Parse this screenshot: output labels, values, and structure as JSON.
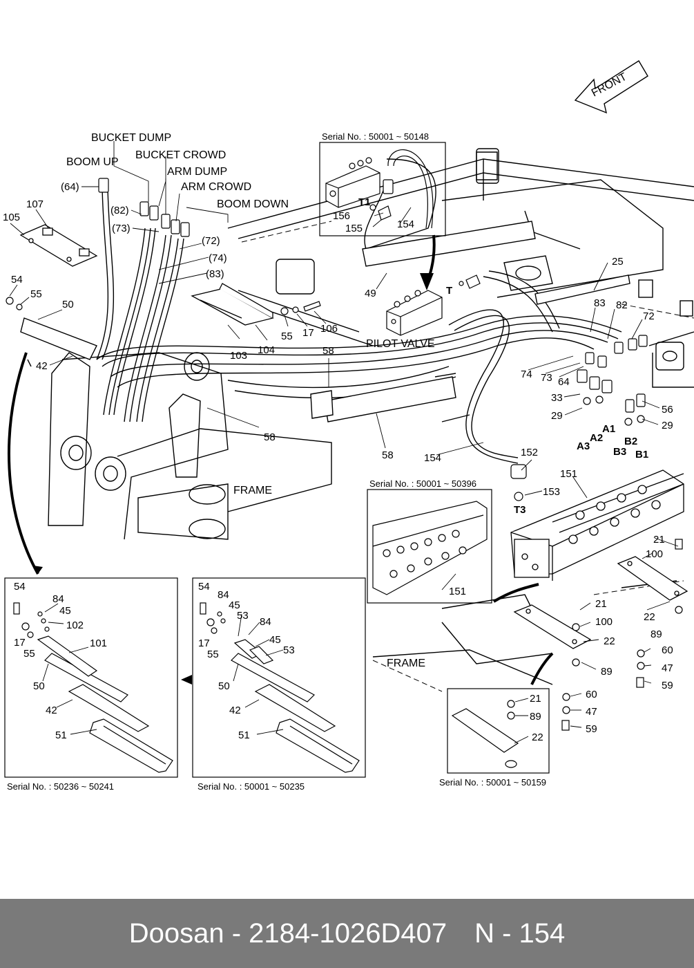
{
  "hose_labels": {
    "bucket_dump": "BUCKET DUMP",
    "bucket_crowd": "BUCKET CROWD",
    "boom_up": "BOOM UP",
    "arm_dump": "ARM DUMP",
    "arm_crowd": "ARM CROWD",
    "boom_down": "BOOM DOWN",
    "pilot_valve": "PILOT VALVE",
    "frame": "FRAME",
    "front": "FRONT"
  },
  "ports": [
    "T1",
    "T",
    "T3",
    "A1",
    "A2",
    "A3",
    "B1",
    "B2",
    "B3"
  ],
  "serials": {
    "top_inset": "Serial No.  : 50001 ~ 50148",
    "valve_inset": "Serial No. : 50001 ~ 50396",
    "left_inset": "Serial No. : 50236 ~ 50241",
    "mid_inset": "Serial No. : 50001 ~ 50235",
    "right_inset": "Serial No.  : 50001 ~ 50159"
  },
  "callouts": {
    "c64p": "(64)",
    "c82p": "(82)",
    "c73p": "(73)",
    "c72p": "(72)",
    "c74p": "(74)",
    "c83p": "(83)",
    "c107": "107",
    "c105": "105",
    "c54": "54",
    "c55": "55",
    "c50": "50",
    "c42": "42",
    "c103": "103",
    "c104": "104",
    "c55b": "55",
    "c17": "17",
    "c106": "106",
    "c156": "156",
    "c155": "155",
    "c154": "154",
    "c49": "49",
    "c25": "25",
    "c83": "83",
    "c82": "82",
    "c72": "72",
    "c74": "74",
    "c73": "73",
    "c64": "64",
    "c33": "33",
    "c29": "29",
    "c56": "56",
    "c29b": "29",
    "c58a": "58",
    "c58b": "58",
    "c58c": "58",
    "c154b": "154",
    "c152": "152",
    "c153": "153",
    "c151": "151",
    "c151b": "151",
    "c21": "21",
    "c100": "100",
    "c21b": "21",
    "c100b": "100",
    "c22": "22",
    "c22b": "22",
    "c89": "89",
    "c89b": "89",
    "c60": "60",
    "c47": "47",
    "c59": "59",
    "c60b": "60",
    "c47b": "47",
    "c59b": "59",
    "c21c": "21",
    "c89c": "89",
    "c22c": "22",
    "L54": "54",
    "L84": "84",
    "L45": "45",
    "L102": "102",
    "L17": "17",
    "L55": "55",
    "L101": "101",
    "L50": "50",
    "L42": "42",
    "L51": "51",
    "M54": "54",
    "M84": "84",
    "M45": "45",
    "M53": "53",
    "M84b": "84",
    "M45b": "45",
    "M17": "17",
    "M55": "55",
    "M53b": "53",
    "M50": "50",
    "M42": "42",
    "M51": "51"
  },
  "footer": {
    "brand": "Doosan",
    "sep": "-",
    "part_number": "2184-1026D407",
    "page": "N - 154"
  }
}
